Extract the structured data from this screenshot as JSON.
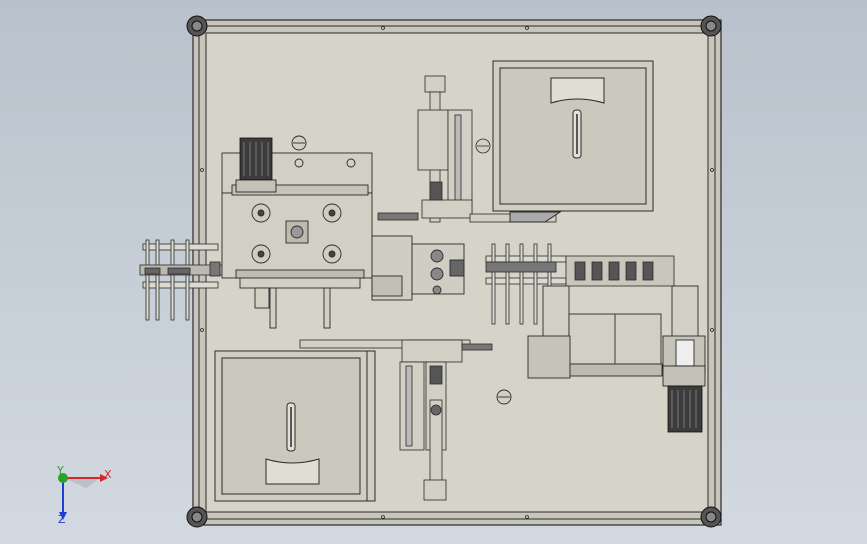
{
  "app": {
    "title": ""
  },
  "triad": {
    "x_label": "X",
    "y_label": "Y",
    "z_label": "Z",
    "colors": {
      "x": "#d62828",
      "y": "#2ca02c",
      "z": "#1f3fd0"
    }
  },
  "colors": {
    "background_top": "#b9c2cc",
    "plate": "#d6d4c8",
    "line": "#2a2a2a",
    "motor": "#3a3a3a"
  },
  "parts": [
    "frame-plate",
    "corner-leveling-feet",
    "feeder-module-top-left",
    "servo-motor-top",
    "rotary-fixture-plate",
    "vertical-slide-top",
    "hopper-box-top-right",
    "conveyor-rails-left",
    "conveyor-rails-right",
    "clamp-station-right",
    "vertical-slide-bottom",
    "hopper-box-bottom-left",
    "servo-motor-bottom-right"
  ]
}
